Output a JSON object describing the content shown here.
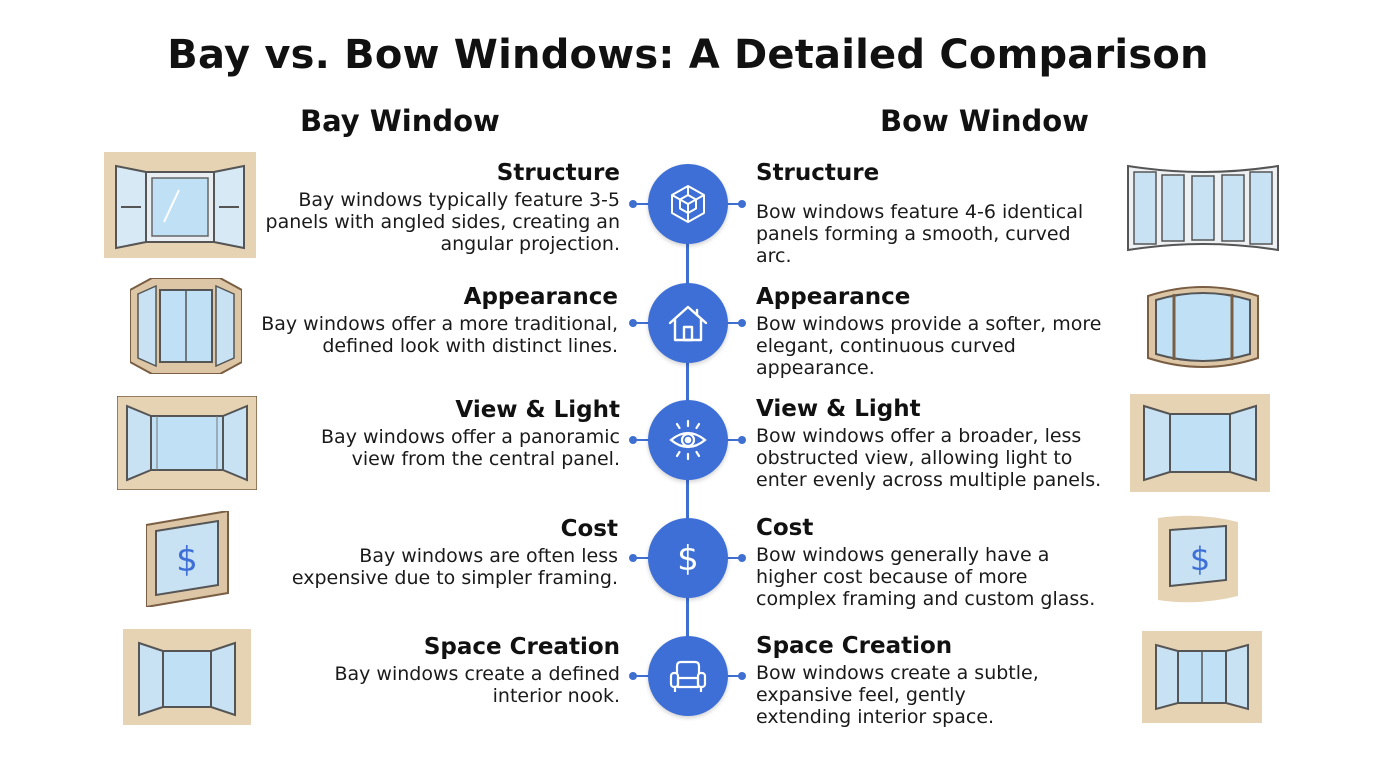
{
  "title": "Bay vs. Bow Windows: A Detailed Comparison",
  "columns": {
    "left": "Bay Window",
    "right": "Bow Window"
  },
  "colors": {
    "accent": "#3d6fd6",
    "frame": "#e6d3b4",
    "glass": "#cfe6f7"
  },
  "rows": [
    {
      "icon": "cube-icon",
      "bay": {
        "heading": "Structure",
        "text": "Bay windows typically feature 3-5 panels with angled sides, creating an angular projection."
      },
      "bow": {
        "heading": "Structure",
        "text": "Bow windows feature 4-6 identical panels forming a smooth, curved arc."
      }
    },
    {
      "icon": "house-icon",
      "bay": {
        "heading": "Appearance",
        "text": "Bay windows offer a more traditional, defined look with distinct lines."
      },
      "bow": {
        "heading": "Appearance",
        "text": "Bow windows provide a softer, more elegant, continuous curved appearance."
      }
    },
    {
      "icon": "eye-icon",
      "bay": {
        "heading": "View & Light",
        "text": "Bay windows offer a panoramic view from the central panel."
      },
      "bow": {
        "heading": "View & Light",
        "text": "Bow windows offer a broader, less obstructed view, allowing light to enter evenly across multiple panels."
      }
    },
    {
      "icon": "dollar-icon",
      "bay": {
        "heading": "Cost",
        "text": "Bay windows are often less expensive due to simpler framing."
      },
      "bow": {
        "heading": "Cost",
        "text": "Bow windows generally have a higher cost because of more complex framing and custom glass."
      }
    },
    {
      "icon": "armchair-icon",
      "bay": {
        "heading": "Space Creation",
        "text": "Bay windows create a defined interior nook."
      },
      "bow": {
        "heading": "Space Creation",
        "text": "Bow windows create a subtle, expansive feel, gently extending interior space."
      }
    }
  ],
  "dollar_sign": "$"
}
